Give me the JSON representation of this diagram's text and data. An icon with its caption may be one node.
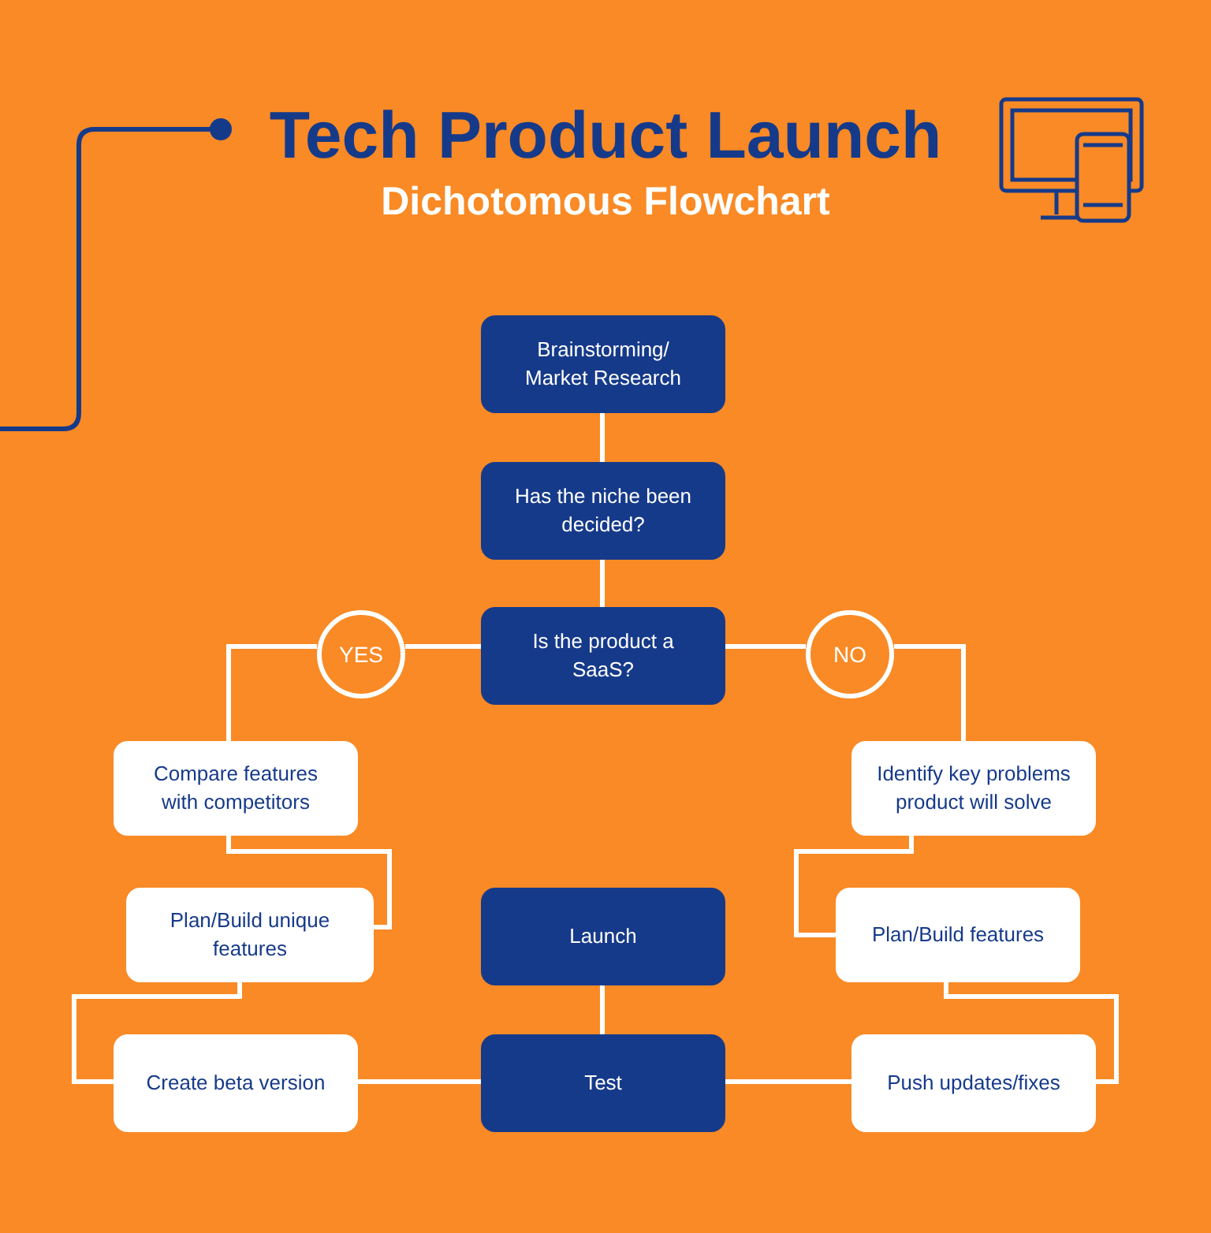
{
  "diagram": {
    "title": "Tech Product Launch",
    "nodes": [
      {
        "text": [
          "Brainstorming/ Market Research"
        ]
      },
      {
        "text": [
          "Has the niche been decided?"
        ]
      },
      {
        "text": [
          "Is the product a SaaS?"
        ]
      },
      {
        "text": [
          "YES"
        ]
      },
      {
        "text": [
          "NO"
        ]
      },
      {
        "text": [
          "Compare features with competitors"
        ]
      },
      {
        "text": [
          "Identify key problems product will solve"
        ]
      },
      {
        "text": [
          "Plan/Build unique features"
        ]
      },
      {
        "text": [
          "Plan/Build features"
        ]
      },
      {
        "text": [
          "Launch"
        ]
      },
      {
        "text": [
          "Test"
        ]
      },
      {
        "text": [
          "Create beta version"
        ]
      },
      {
        "text": [
          "Push updates/fixes"
        ]
      }
    ],
    "edges": [
      {
        "from": 0,
        "to": 1,
        "arrow": "none"
      },
      {
        "from": 1,
        "to": 2,
        "arrow": "none"
      },
      {
        "from": 2,
        "to": 3,
        "arrow": "none"
      },
      {
        "from": 3,
        "to": 5,
        "arrow": "none"
      },
      {
        "from": 2,
        "to": 4,
        "arrow": "none"
      },
      {
        "from": 4,
        "to": 6,
        "arrow": "none"
      },
      {
        "from": 5,
        "to": 7,
        "arrow": "none"
      },
      {
        "from": 7,
        "to": 11,
        "arrow": "none"
      },
      {
        "from": 11,
        "to": 10,
        "arrow": "none"
      },
      {
        "from": 6,
        "to": 8,
        "arrow": "none"
      },
      {
        "from": 8,
        "to": 12,
        "arrow": "none"
      },
      {
        "from": 12,
        "to": 10,
        "arrow": "none"
      },
      {
        "from": 10,
        "to": 9,
        "arrow": "none"
      }
    ],
    "labels": [
      "Dichotomous Flowchart"
    ]
  }
}
